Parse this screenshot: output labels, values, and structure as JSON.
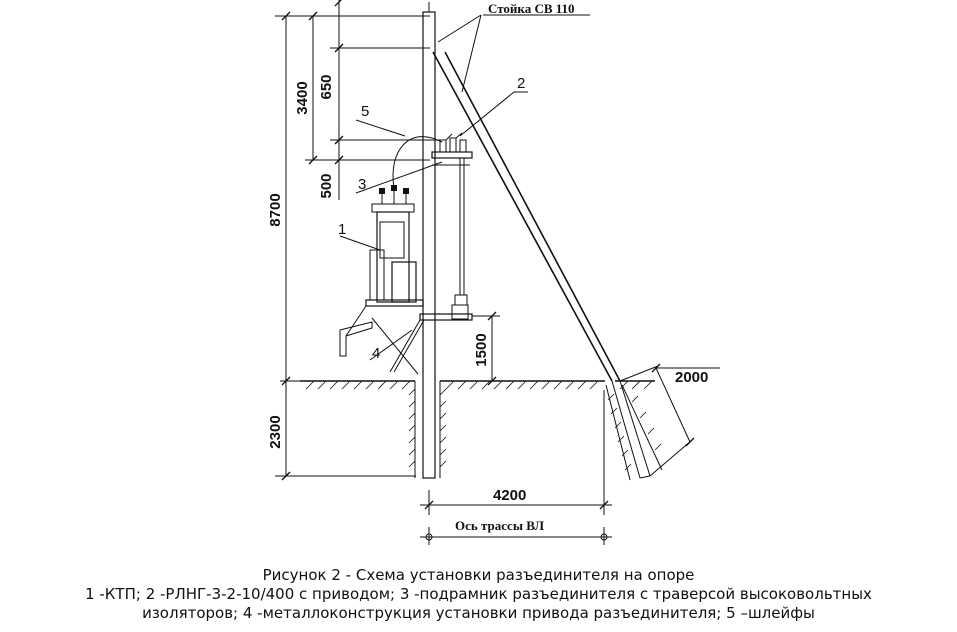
{
  "labels": {
    "post": "Стойка СВ 110",
    "route_axis": "Ось трассы ВЛ",
    "n1": "1",
    "n2": "2",
    "n3": "3",
    "n4": "4",
    "n5": "5"
  },
  "dimensions": {
    "d650": "650",
    "d3400": "3400",
    "d500": "500",
    "d8700": "8700",
    "d2300": "2300",
    "d1500": "1500",
    "d2000": "2000",
    "d4200": "4200"
  },
  "caption": {
    "title": "Рисунок 2 - Схема установки разъединителя на опоре",
    "line1": "1 -КТП; 2 -РЛНГ-3-2-10/400 с приводом; 3 -подрамник разъединителя с траверсой  высоковольтных",
    "line2": "изоляторов;  4 -металлоконструкция установки привода разъединителя; 5 –шлейфы"
  }
}
